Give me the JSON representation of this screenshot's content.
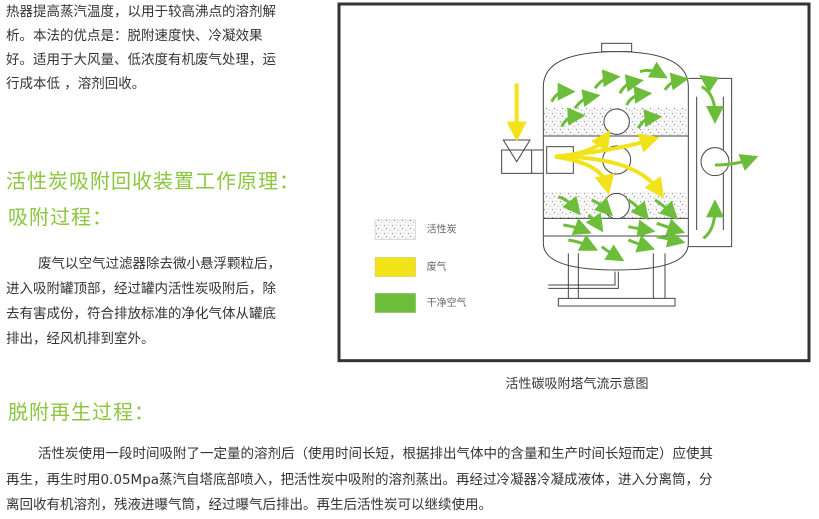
{
  "intro_lines": [
    "热器提高蒸汽温度，以用于较高沸点的溶剂解",
    "析。本法的优点是：脱附速度快、冷凝效果",
    "好。适用于大风量、低浓度有机废气处理，运",
    "行成本低 ，溶剂回收。"
  ],
  "section_title": "活性炭吸附回收装置工作原理：",
  "adsorption": {
    "title": "吸附过程：",
    "lines": [
      "废气以空气过滤器除去微小悬浮颗粒后，",
      "进入吸附罐顶部，经过罐内活性炭吸附后，除",
      "去有害成份，符合排放标准的净化气体从罐底",
      "排出，经风机排到室外。"
    ]
  },
  "desorption": {
    "title": "脱附再生过程：",
    "lines": [
      "活性炭使用一段时间吸附了一定量的溶剂后（使用时间长短，根据排出气体中的含量和生产时间长短而定）应使其",
      "再生，再生时用0.05Mpa蒸汽自塔底部喷入，把活性炭中吸附的溶剂蒸出。再经过冷凝器冷凝成液体，进入分离筒，分",
      "离回收有机溶剂，残液进曝气筒，经过曝气后排出。再生后活性炭可以继续使用。"
    ]
  },
  "diagram": {
    "caption": "活性碳吸附塔气流示意图",
    "legend": [
      {
        "label": "活性炭",
        "color": "#e8e8e8"
      },
      {
        "label": "废气",
        "color": "#f2e21a"
      },
      {
        "label": "干净空气",
        "color": "#6cbd3a"
      }
    ]
  }
}
